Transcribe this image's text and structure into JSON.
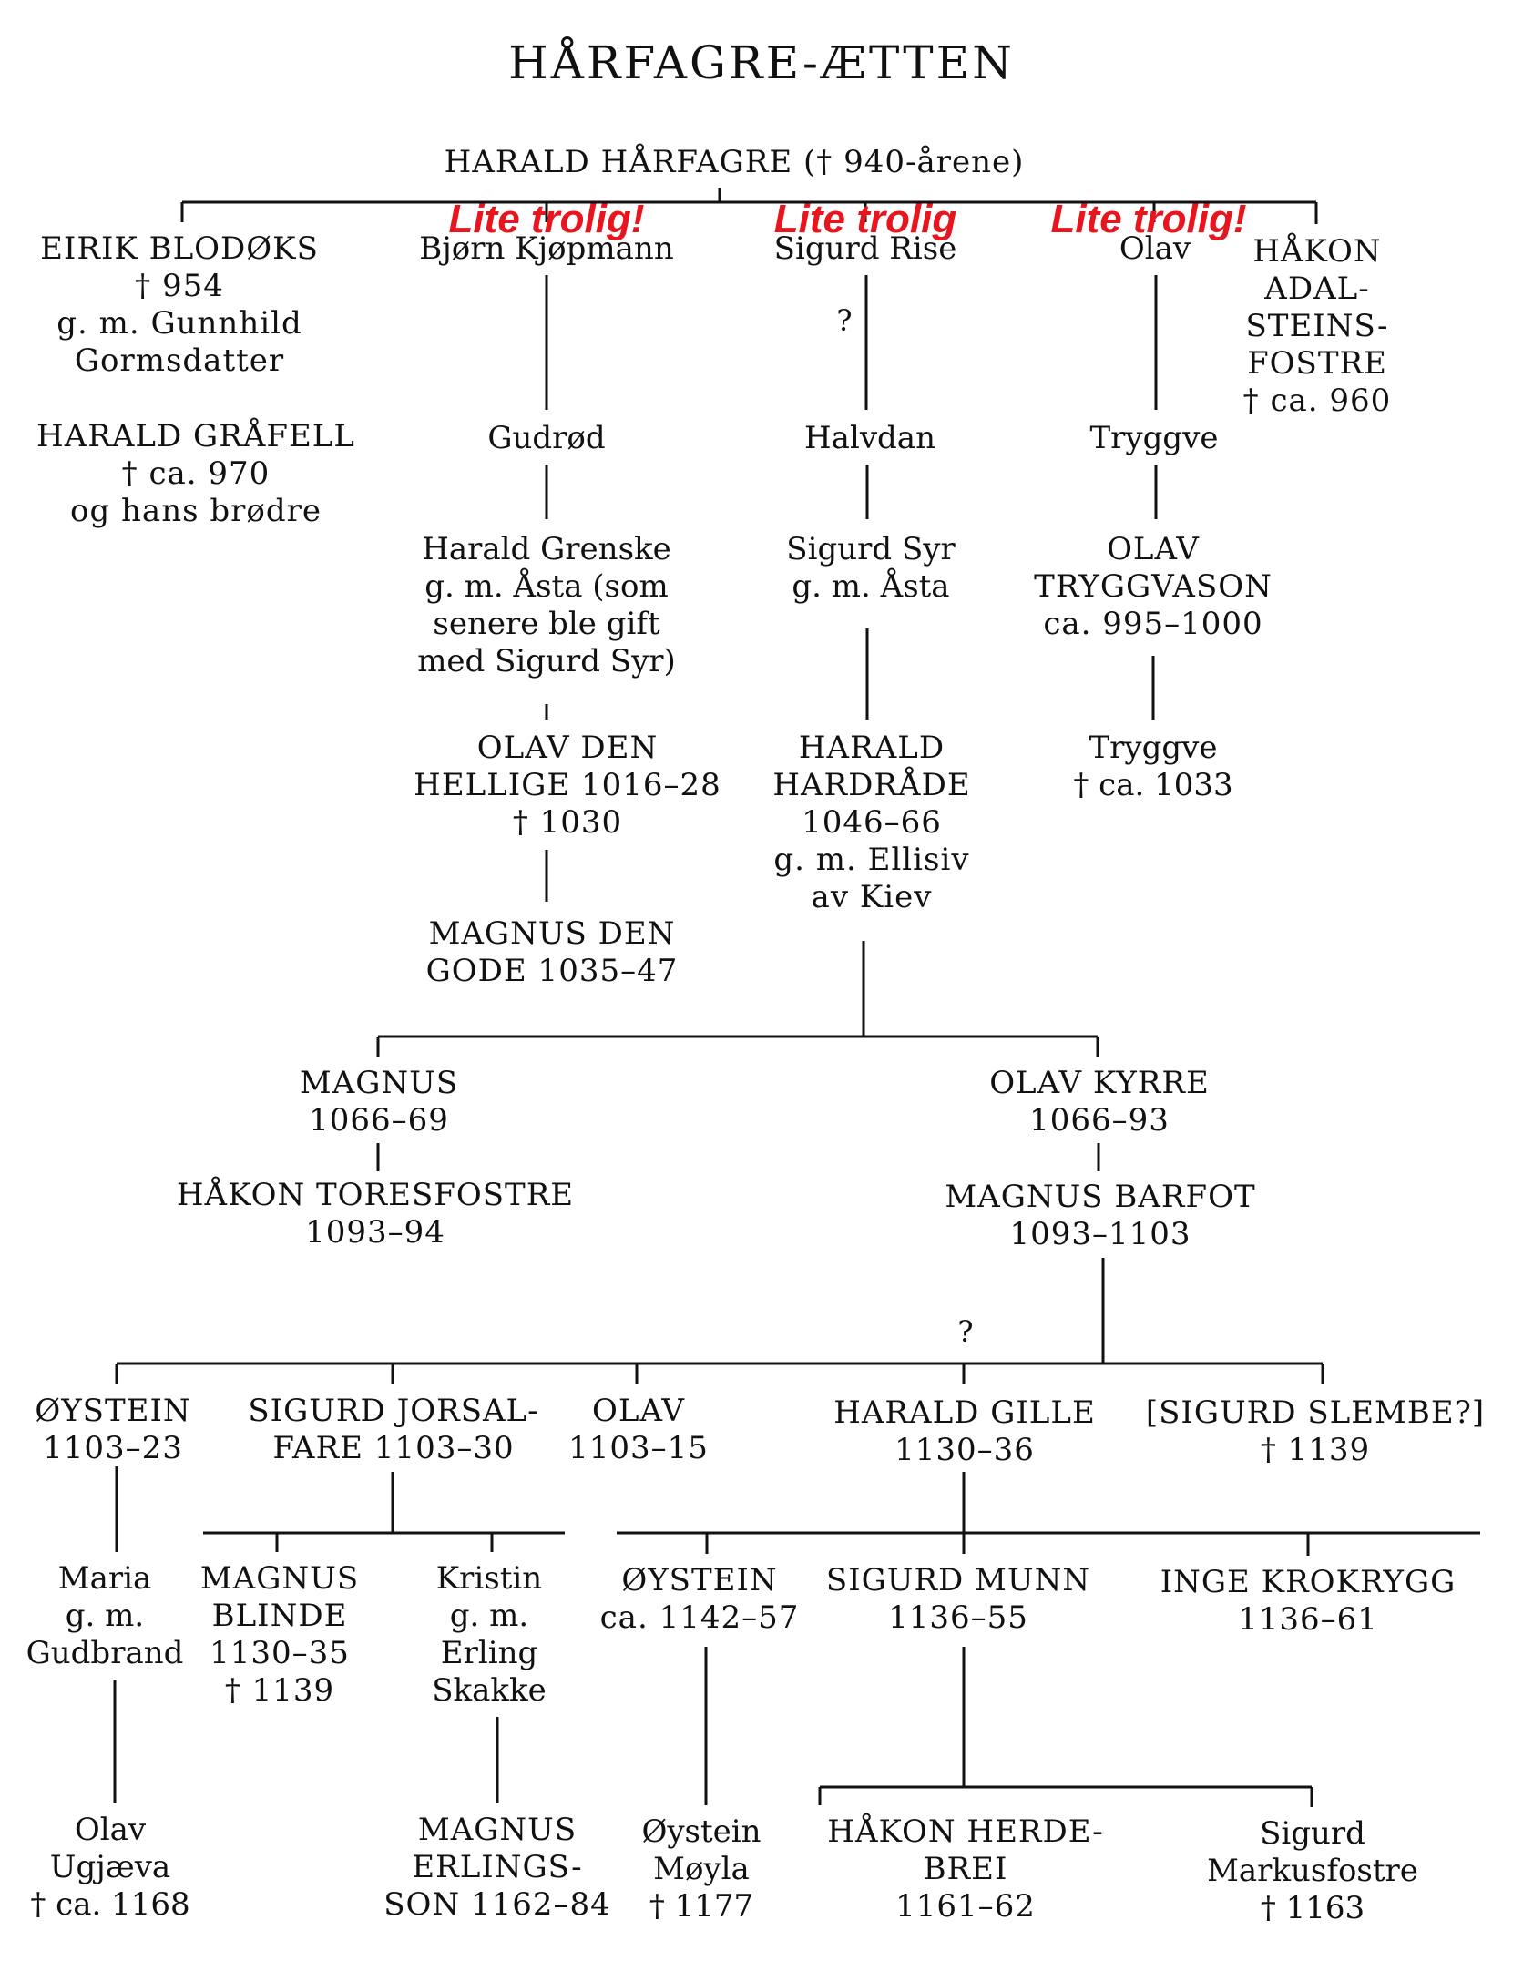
{
  "title": "HÅRFAGRE-ÆTTEN",
  "note_color": "#e8141e",
  "notes": {
    "bjorn": "Lite trolig!",
    "sigurd": "Lite trolig",
    "olav": "Lite trolig!"
  },
  "uncertain_mark": "?",
  "people": {
    "harald_harfagre": [
      "HARALD HÅRFAGRE († 940-årene)"
    ],
    "eirik": [
      "EIRIK BLODØKS",
      "† 954",
      "g. m. Gunnhild",
      "Gormsdatter"
    ],
    "harald_grafell": [
      "HARALD GRÅFELL",
      "† ca. 970",
      "og hans brødre"
    ],
    "bjorn": [
      "Bjørn Kjøpmann"
    ],
    "sigurd_rise": [
      "Sigurd Rise"
    ],
    "olav_son": [
      "Olav"
    ],
    "hakon_adal": [
      "HÅKON",
      "ADAL-",
      "STEINS-",
      "FOSTRE",
      "† ca. 960"
    ],
    "gudrod": [
      "Gudrød"
    ],
    "halvdan": [
      "Halvdan"
    ],
    "tryggve": [
      "Tryggve"
    ],
    "harald_grenske": [
      "Harald Grenske",
      "g. m. Åsta (som",
      "senere ble gift",
      "med Sigurd Syr)"
    ],
    "sigurd_syr": [
      "Sigurd Syr",
      "g. m. Åsta"
    ],
    "olav_tryggvason": [
      "OLAV",
      "TRYGGVASON",
      "ca. 995–1000"
    ],
    "olav_hellige": [
      "OLAV DEN",
      "HELLIGE 1016–28",
      "† 1030"
    ],
    "harald_hardrade": [
      "HARALD",
      "HARDRÅDE",
      "1046–66",
      "g. m. Ellisiv",
      "av Kiev"
    ],
    "tryggve2": [
      "Tryggve",
      "† ca. 1033"
    ],
    "magnus_gode": [
      "MAGNUS DEN",
      "GODE 1035–47"
    ],
    "magnus": [
      "MAGNUS",
      "1066–69"
    ],
    "olav_kyrre": [
      "OLAV KYRRE",
      "1066–93"
    ],
    "hakon_tores": [
      "HÅKON TORESFOSTRE",
      "1093–94"
    ],
    "magnus_barfot": [
      "MAGNUS BARFOT",
      "1093–1103"
    ],
    "oystein": [
      "ØYSTEIN",
      "1103–23"
    ],
    "sigurd_jorsal": [
      "SIGURD JORSAL-",
      "FARE 1103–30"
    ],
    "olav3": [
      "OLAV",
      "1103–15"
    ],
    "harald_gille": [
      "HARALD GILLE",
      "1130–36"
    ],
    "sigurd_slembe": [
      "[SIGURD SLEMBE?]",
      "† 1139"
    ],
    "maria": [
      "Maria",
      "g. m.",
      "Gudbrand"
    ],
    "magnus_blinde": [
      "MAGNUS",
      "BLINDE",
      "1130–35",
      "† 1139"
    ],
    "kristin": [
      "Kristin",
      "g. m.",
      "Erling",
      "Skakke"
    ],
    "oystein2": [
      "ØYSTEIN",
      "ca. 1142–57"
    ],
    "sigurd_munn": [
      "SIGURD MUNN",
      "1136–55"
    ],
    "inge": [
      "INGE KROKRYGG",
      "1136–61"
    ],
    "olav_ugjaeva": [
      "Olav",
      "Ugjæva",
      "† ca. 1168"
    ],
    "magnus_erlingsson": [
      "MAGNUS",
      "ERLINGS-",
      "SON 1162–84"
    ],
    "oystein_moyla": [
      "Øystein",
      "Møyla",
      "† 1177"
    ],
    "hakon_herdebrei": [
      "HÅKON HERDE-",
      "BREI",
      "1161–62"
    ],
    "sigurd_markus": [
      "Sigurd",
      "Markusfostre",
      "† 1163"
    ]
  }
}
